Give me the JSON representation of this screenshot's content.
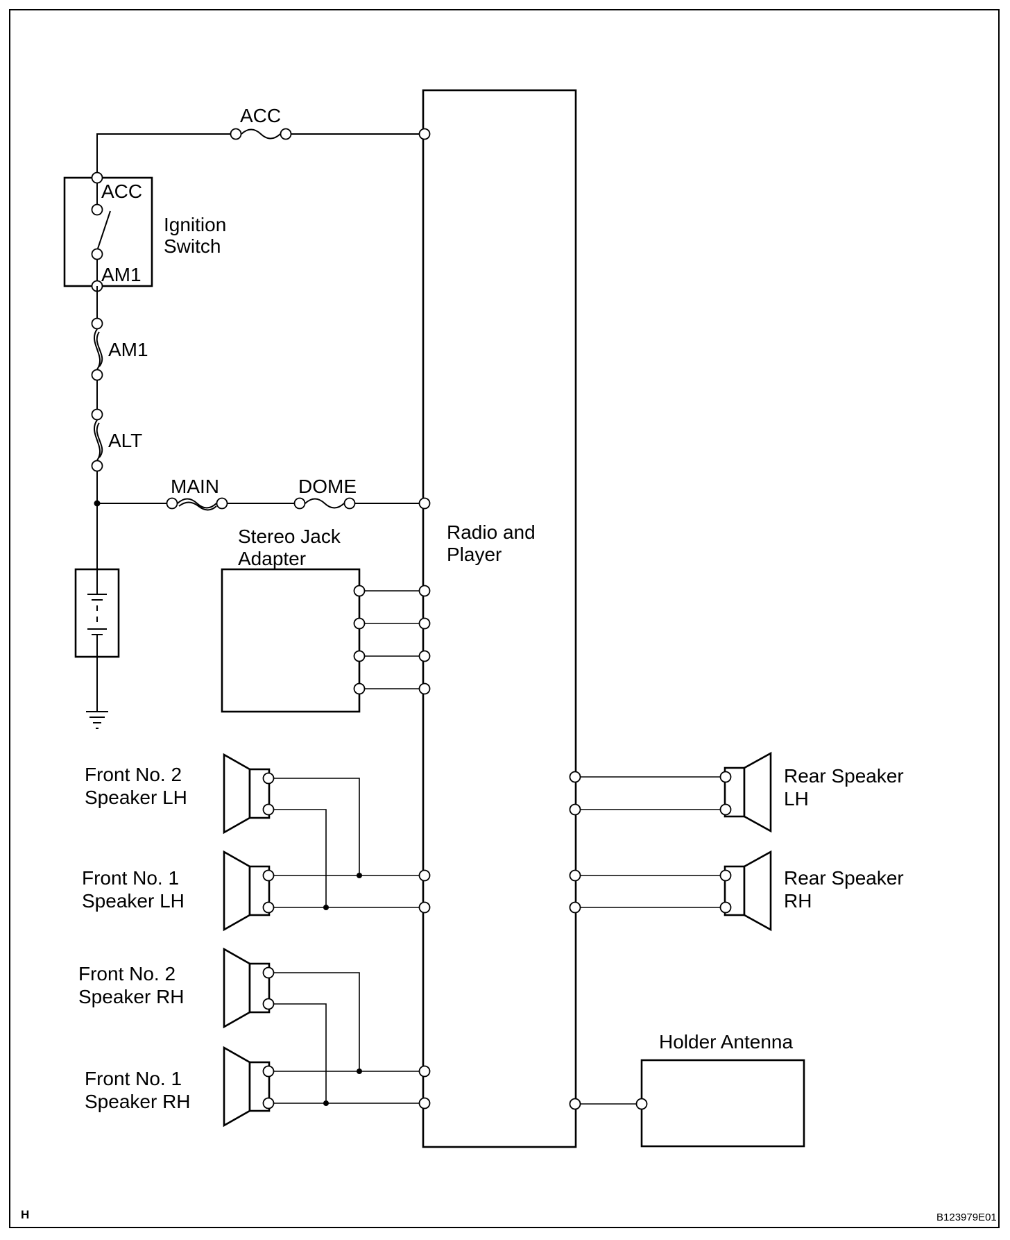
{
  "diagram": {
    "labels": {
      "acc_fuse": "ACC",
      "ignition_acc": "ACC",
      "ignition_switch_line1": "Ignition",
      "ignition_switch_line2": "Switch",
      "ignition_am1": "AM1",
      "am1_fuse": "AM1",
      "alt_fuse": "ALT",
      "main_fuse": "MAIN",
      "dome_fuse": "DOME",
      "radio_line1": "Radio and",
      "radio_line2": "Player",
      "stereo_line1": "Stereo Jack",
      "stereo_line2": "Adapter",
      "front2lh_line1": "Front No. 2",
      "front2lh_line2": "Speaker LH",
      "front1lh_line1": "Front No. 1",
      "front1lh_line2": "Speaker LH",
      "front2rh_line1": "Front No. 2",
      "front2rh_line2": "Speaker RH",
      "front1rh_line1": "Front No. 1",
      "front1rh_line2": "Speaker RH",
      "rearlh_line1": "Rear Speaker",
      "rearlh_line2": "LH",
      "rearrh_line1": "Rear Speaker",
      "rearrh_line2": "RH",
      "antenna": "Holder Antenna",
      "corner_mark": "H",
      "figure_code": "B123979E01"
    }
  }
}
